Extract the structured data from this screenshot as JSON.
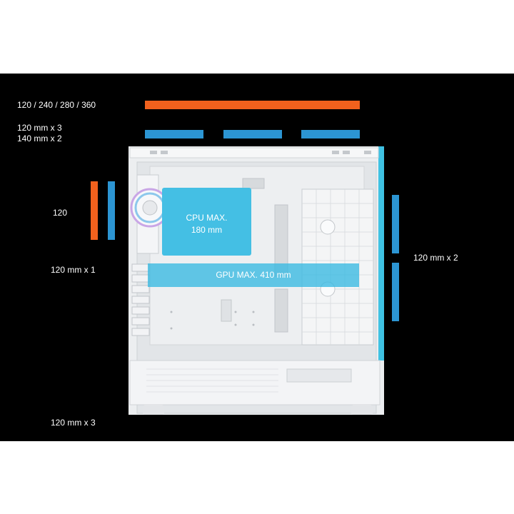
{
  "colors": {
    "background": "#000000",
    "orange": "#f2611d",
    "blue": "#2c95d3",
    "case": "#eceef0",
    "cyan": "#3fc2e3"
  },
  "labels": {
    "top_radiator": "120 / 240 / 280 / 360",
    "top_fans_line1": "120 mm x 3",
    "top_fans_line2": "140 mm x 2",
    "rear": "120",
    "rear_fan": "120 mm x 1",
    "front": "120 mm x 2",
    "bottom": "120 mm x 3"
  },
  "case_labels": {
    "cpu_line1": "CPU MAX.",
    "cpu_line2": "180 mm",
    "gpu": "GPU MAX. 410 mm"
  }
}
